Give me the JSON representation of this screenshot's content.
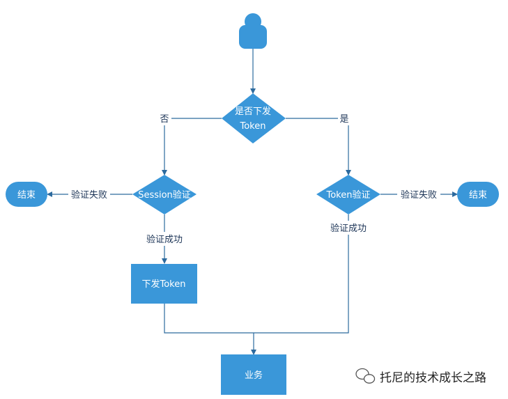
{
  "colors": {
    "node_fill": "#3a97d9",
    "edge": "#2c6a9e",
    "node_text": "#ffffff",
    "label_text": "#1d3557"
  },
  "nodes": {
    "issue_token_decision": {
      "line1": "是否下发",
      "line2": "Token"
    },
    "session_check": "Session验证",
    "token_check": "Token验证",
    "issue_token": "下发Token",
    "business": "业务",
    "end_left": "结束",
    "end_right": "结束"
  },
  "edge_labels": {
    "no": "否",
    "yes": "是",
    "session_fail": "验证失败",
    "session_success": "验证成功",
    "token_fail": "验证失败",
    "token_success": "验证成功"
  },
  "watermark": {
    "text": "托尼的技术成长之路",
    "icon": "wechat-icon"
  }
}
